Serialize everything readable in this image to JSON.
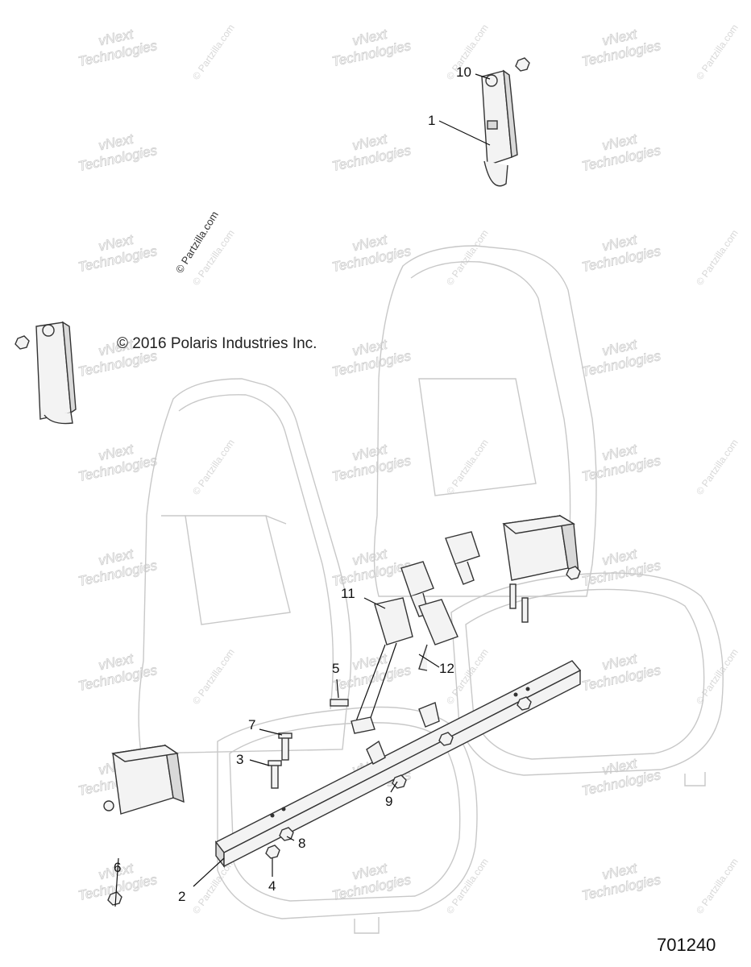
{
  "copyright": "© 2016 Polaris Industries Inc.",
  "figure_number": "701240",
  "watermarks": {
    "brand_line1": "vNext",
    "brand_line2": "Technologies",
    "site": "© Partzilla.com"
  },
  "callouts": [
    {
      "label": "1"
    },
    {
      "label": "2"
    },
    {
      "label": "3"
    },
    {
      "label": "4"
    },
    {
      "label": "5"
    },
    {
      "label": "6"
    },
    {
      "label": "7"
    },
    {
      "label": "8"
    },
    {
      "label": "9"
    },
    {
      "label": "10"
    },
    {
      "label": "11"
    },
    {
      "label": "12"
    }
  ]
}
